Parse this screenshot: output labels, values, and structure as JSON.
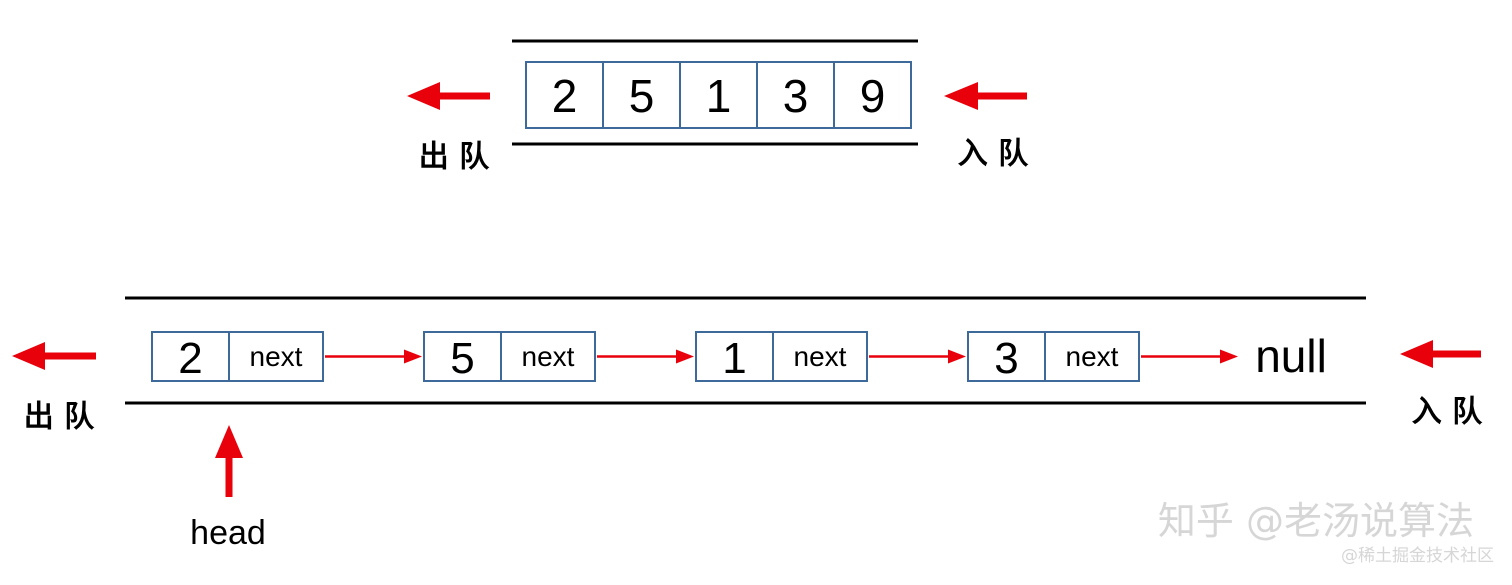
{
  "colors": {
    "arrow": "#e8000b",
    "cell_border": "#3d6a9a",
    "rail": "#000000",
    "text": "#000000",
    "watermark": "#d6d6d6"
  },
  "array_queue": {
    "values": [
      "2",
      "5",
      "1",
      "3",
      "9"
    ],
    "dequeue_label": "出 队",
    "enqueue_label": "入 队"
  },
  "linked_queue": {
    "nodes": [
      {
        "value": "2",
        "pointer": "next"
      },
      {
        "value": "5",
        "pointer": "next"
      },
      {
        "value": "1",
        "pointer": "next"
      },
      {
        "value": "3",
        "pointer": "next"
      }
    ],
    "terminal": "null",
    "dequeue_label": "出 队",
    "enqueue_label": "入 队",
    "head_label": "head"
  },
  "watermarks": {
    "primary": "知乎 @老汤说算法",
    "secondary": "@稀土掘金技术社区"
  }
}
